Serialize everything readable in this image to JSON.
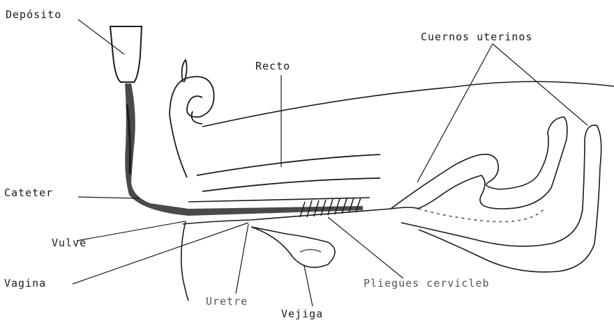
{
  "labels": {
    "deposito": "Depósito",
    "cuernos_uterinos": "Cuernos uterinos",
    "recto": "Recto",
    "cateter": "Cateter",
    "vulva": "Vulve",
    "vagina": "Vagina",
    "uretra": "Uretre",
    "vejiga": "Vejiga",
    "pliegues_cervicales": "Pliegues cervicleb"
  },
  "colors": {
    "ink": "#1a1a1a",
    "catheter": "#222222",
    "shading": "#6a6a6a"
  }
}
